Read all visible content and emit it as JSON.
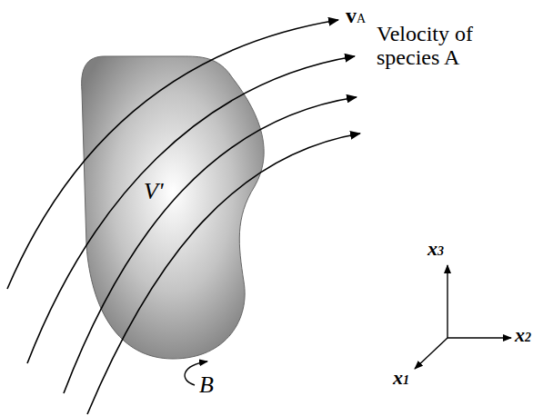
{
  "diagram": {
    "nodes": [
      {
        "text": [
          "V'"
        ]
      }
    ],
    "labels": [
      "vA",
      "Velocity of species A",
      "B",
      "x3",
      "x2",
      "x1"
    ]
  }
}
